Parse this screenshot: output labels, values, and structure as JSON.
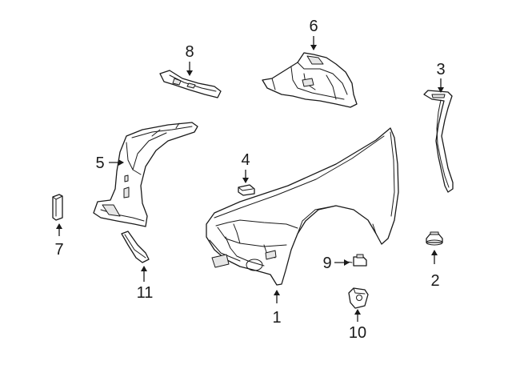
{
  "callouts": [
    {
      "id": "1",
      "label": "1"
    },
    {
      "id": "2",
      "label": "2"
    },
    {
      "id": "3",
      "label": "3"
    },
    {
      "id": "4",
      "label": "4"
    },
    {
      "id": "5",
      "label": "5"
    },
    {
      "id": "6",
      "label": "6"
    },
    {
      "id": "7",
      "label": "7"
    },
    {
      "id": "8",
      "label": "8"
    },
    {
      "id": "9",
      "label": "9"
    },
    {
      "id": "10",
      "label": "10"
    },
    {
      "id": "11",
      "label": "11"
    }
  ],
  "colors": {
    "line": "#1a1a1a",
    "background": "#ffffff",
    "shade": "#e6e6e6"
  }
}
